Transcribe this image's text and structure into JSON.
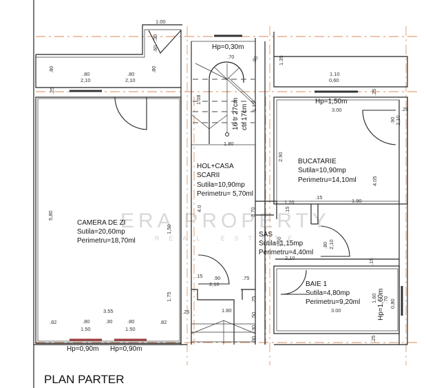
{
  "title": "PLAN PARTER",
  "watermark": {
    "line1": "ERA PROPERTY",
    "line2": "REAL ESTATE"
  },
  "rooms": [
    {
      "name": "CAMERA DE ZI",
      "area": "Sutila=20,60mp",
      "perimeter": "Perimetru=18,70ml"
    },
    {
      "name": "HOL+CASA",
      "name2": "SCARII",
      "area": "Sutila=10,90mp",
      "perimeter": "Perimetru=  5,70ml"
    },
    {
      "name": "BUCATARIE",
      "area": "Sutila=10,90mp",
      "perimeter": "Perimetru=14,10ml"
    },
    {
      "name": "SAS",
      "area": "Sutila=1,15mp",
      "perimeter": "Perimetru=4,40ml"
    },
    {
      "name": "BAIE 1",
      "area": "Sutila=4,80mp",
      "perimeter": "Perimetru=9,20ml"
    }
  ],
  "parapet_heights": {
    "stair_window": "Hp=0,30m",
    "kitchen_window": "Hp=1,50m",
    "bath_window": "Hp=1,60m",
    "living_window_1": "Hp=0,90m",
    "living_window_2": "Hp=0,90m"
  },
  "stairs": {
    "steps": "16 tr 27cm",
    "riser": "ctr 17cm"
  },
  "dimensions": {
    "top_porch_width": "1.00",
    "porch_30": ".30",
    "porch_60": ".60",
    "left_top_80": ".80",
    "left_25": ".25",
    "win1_w": ".80",
    "win1_h": "2,10",
    "win2_w": ".80",
    "win2_h": "2,10",
    "porch_right_80": ".80",
    "stair_70": ".70",
    "stair_90": ".90",
    "stair_108": "1.08",
    "stair_135": "1.35",
    "top_135": "1.35",
    "kitchen_win_w": "1.10",
    "kitchen_win_h": "0,60",
    "kitchen_25": ".25",
    "kitchen_300": "3.00",
    "kitchen_door_90": ".90",
    "kitchen_door_210": "2,10",
    "right_25": ".25",
    "hall_180": "1.80",
    "hall_290": "2.90",
    "kitchen_405": "4.05",
    "living_580": "5,80",
    "hall_40": "4.0",
    "hall_370": "3.70",
    "sas_120": "1.20",
    "sas_15a": ".15",
    "sas_15b": ".15",
    "kitchen_190": "1.90",
    "sas_door_80": ".80",
    "sas_door_210": "2,10",
    "sas_100": "1.00",
    "sas_bot_210": "2,10",
    "living_150": "1,50",
    "living_175": "1.75",
    "hall_15": ".15",
    "hall_door_90": ".90",
    "hall_door_210": "2,10",
    "hall_75": ".75",
    "bath_15": ".15",
    "bath_300": "3.00",
    "bath_160": "1.60",
    "bath_win_70": ".70",
    "bath_win_80": "0,80",
    "bath_25": ".25",
    "living_355": "3.55",
    "bot_82a": ".82",
    "bot_82b": ".82",
    "bot_win1_w": ".80",
    "bot_win1_h": "1.50",
    "bot_30": ".30",
    "bot_win2_w": ".80",
    "bot_win2_h": "1.50",
    "bot_25": ".25",
    "entry_180": "1.80",
    "entry_25": ".25",
    "entry_50": "50",
    "entry_30a": "30",
    "entry_30b": "30"
  }
}
